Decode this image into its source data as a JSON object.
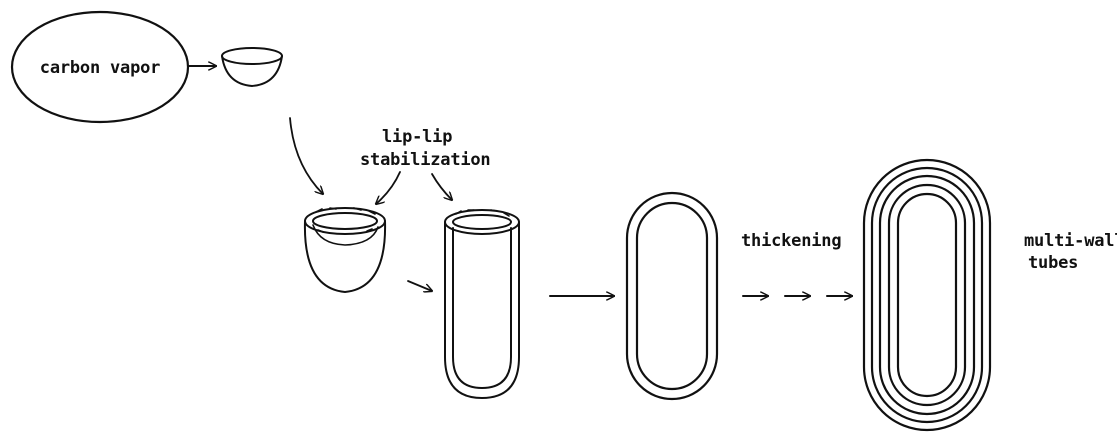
{
  "diagram": {
    "labels": {
      "carbon_vapor": "carbon vapor",
      "lip_lip_line1": "lip-lip",
      "lip_lip_line2": "stabilization",
      "thickening": "thickening",
      "multi_wall_line1": "multi-wall",
      "multi_wall_line2": "tubes"
    }
  }
}
